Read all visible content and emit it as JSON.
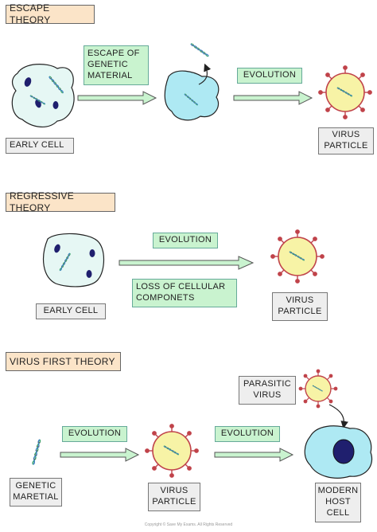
{
  "escape": {
    "title": "ESCAPE THEORY",
    "label_escape": "ESCAPE OF\nGENETIC\nMATERIAL",
    "label_evolution": "EVOLUTION",
    "label_early_cell": "EARLY CELL",
    "label_virus": "VIRUS\nPARTICLE"
  },
  "regressive": {
    "title": "REGRESSIVE THEORY",
    "label_evolution": "EVOLUTION",
    "label_loss": "LOSS OF CELLULAR\nCOMPONETS",
    "label_early_cell": "EARLY CELL",
    "label_virus": "VIRUS\nPARTICLE"
  },
  "virus_first": {
    "title": "VIRUS FIRST THEORY",
    "label_evolution_1": "EVOLUTION",
    "label_evolution_2": "EVOLUTION",
    "label_genetic": "GENETIC\nMARETIAL",
    "label_virus": "VIRUS\nPARTICLE",
    "label_parasitic": "PARASITIC\nVIRUS",
    "label_host": "MODERN\nHOST\nCELL"
  },
  "footer": "Copyright © Save My Exams. All Rights Reserved",
  "colors": {
    "title_bg": "#fbe4c8",
    "label_green": "#c9f3cf",
    "label_grey": "#eeeeee",
    "cell_fill": "#e6f7f4",
    "cell_blue": "#aee9f3",
    "virus_yellow": "#f7f3a6",
    "spike_red": "#c0434a",
    "dna_green": "#3aa66a",
    "dna_blue": "#3a7fc0",
    "nucleus": "#1f1f6e"
  }
}
